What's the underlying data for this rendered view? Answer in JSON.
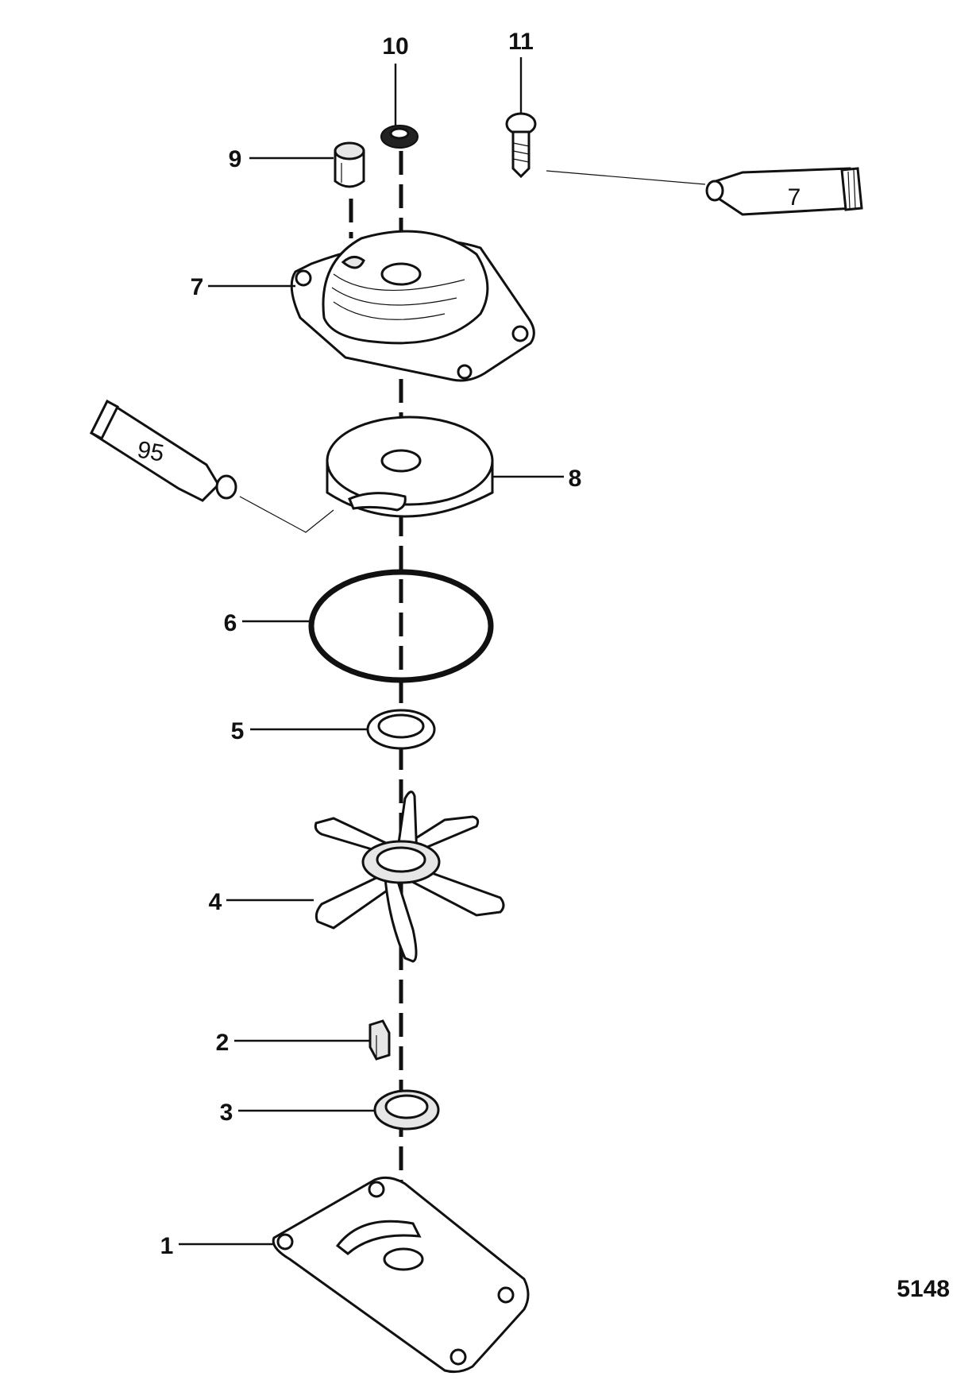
{
  "callouts": {
    "c1": "1",
    "c2": "2",
    "c3": "3",
    "c4": "4",
    "c5": "5",
    "c6": "6",
    "c7": "7",
    "c8": "8",
    "c9": "9",
    "c10": "10",
    "c11": "11"
  },
  "tubes": {
    "tube_a": "7",
    "tube_b": "95"
  },
  "figure_number": "5148"
}
